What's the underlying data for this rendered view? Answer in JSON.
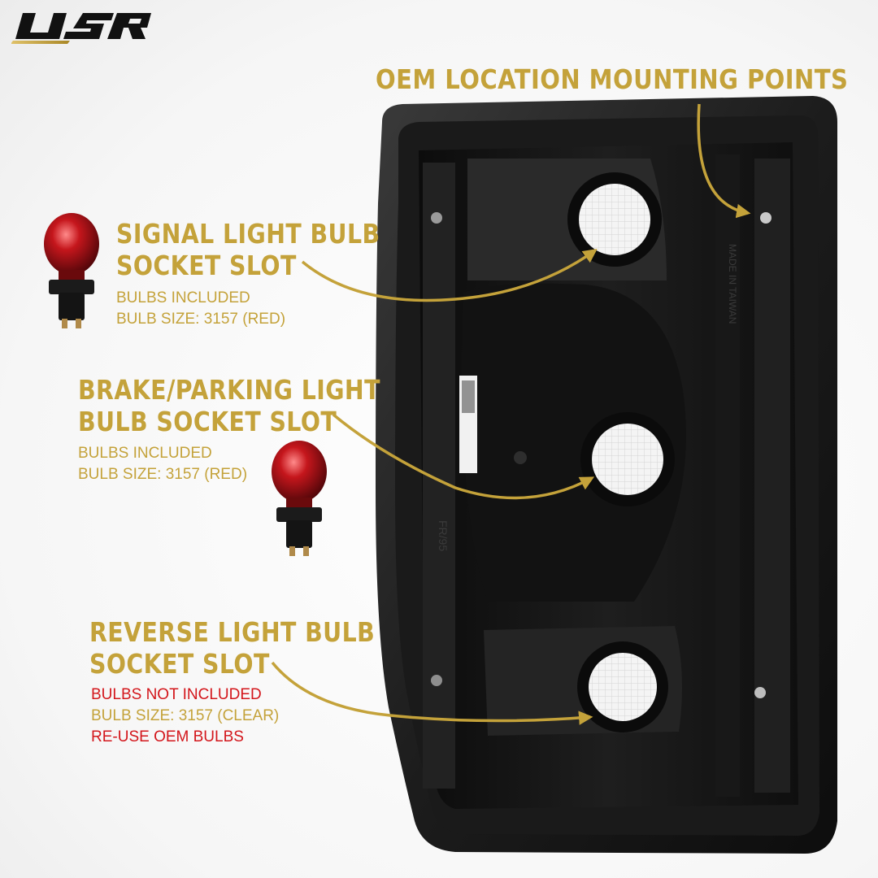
{
  "brand": {
    "logo_text": "USR"
  },
  "callouts": {
    "mounting": {
      "title": "OEM LOCATION MOUNTING POINTS"
    },
    "signal": {
      "title_line1": "SIGNAL LIGHT BULB",
      "title_line2": "SOCKET SLOT",
      "note1": "BULBS INCLUDED",
      "note2": "BULB SIZE: 3157 (RED)"
    },
    "brake": {
      "title_line1": "BRAKE/PARKING LIGHT",
      "title_line2": "BULB SOCKET SLOT",
      "note1": "BULBS INCLUDED",
      "note2": "BULB SIZE: 3157 (RED)"
    },
    "reverse": {
      "title_line1": "REVERSE LIGHT BULB",
      "title_line2": "SOCKET SLOT",
      "note1": "BULBS NOT INCLUDED",
      "note2": "BULB SIZE: 3157 (CLEAR)",
      "note3": "RE-USE OEM BULBS"
    }
  },
  "housing_marks": {
    "made_in": "MADE IN TAIWAN",
    "part_code": "FR/95"
  },
  "colors": {
    "gold": "#c4a23a",
    "red": "#d3161b",
    "housing": "#141414"
  }
}
